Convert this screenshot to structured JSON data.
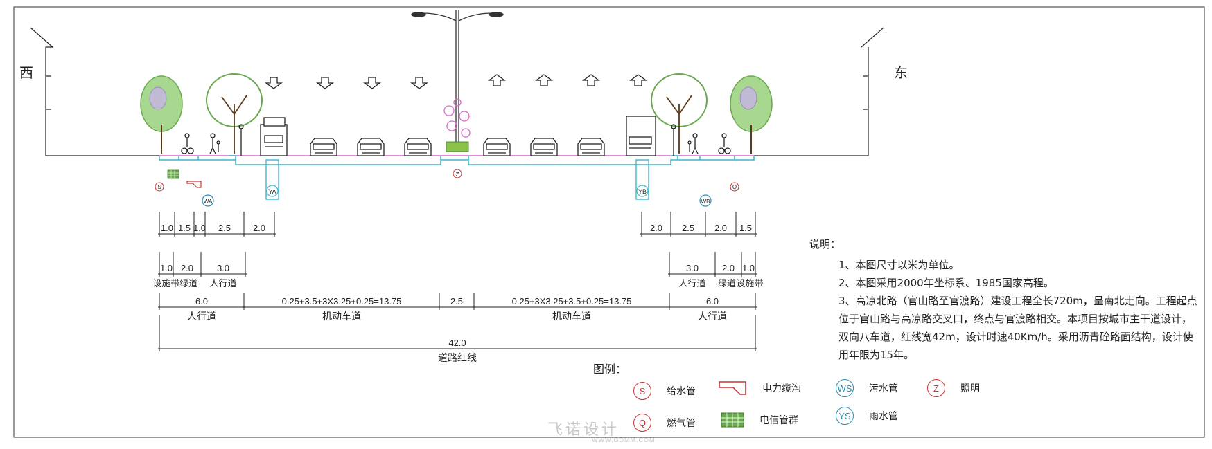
{
  "compass": {
    "west": "西",
    "east": "东"
  },
  "pipes": {
    "S": "S",
    "Q": "Q",
    "WA": "WA",
    "WB": "WB",
    "YA": "YA",
    "YB": "YB",
    "Z": "Z"
  },
  "dims_left_row1": [
    "1.0",
    "1.5",
    "1.0",
    "2.5",
    "2.0"
  ],
  "dims_right_row1": [
    "2.0",
    "2.5",
    "2.0",
    "1.5"
  ],
  "dims_left_row2": [
    "1.0",
    "2.0",
    "3.0"
  ],
  "dims_left_row2_labels": [
    "设施带",
    "绿道",
    "人行道"
  ],
  "dims_right_row2": [
    "3.0",
    "2.0",
    "1.0"
  ],
  "dims_right_row2_labels": [
    "人行道",
    "绿道",
    "设施带"
  ],
  "dims_row3": {
    "left_walk_val": "6.0",
    "left_walk_lbl": "人行道",
    "left_road_val": "0.25+3.5+3X3.25+0.25=13.75",
    "left_road_lbl": "机动车道",
    "median_val": "2.5",
    "right_road_val": "0.25+3X3.25+3.5+0.25=13.75",
    "right_road_lbl": "机动车道",
    "right_walk_val": "6.0",
    "right_walk_lbl": "人行道"
  },
  "total": {
    "value": "42.0",
    "label": "道路红线"
  },
  "notes": {
    "heading": "说明：",
    "line1": "1、本图尺寸以米为单位。",
    "line2": "2、本图采用2000年坐标系、1985国家高程。",
    "line3": "3、高凉北路（官山路至官渡路）建设工程全长720m，呈南北走向。工程起点位于官山路与高凉路交叉口，终点与官渡路相交。本项目按城市主干道设计，双向八车道，红线宽42m，设计时速40Km/h。采用沥青砼路面结构，设计使用年限为15年。"
  },
  "legend": {
    "title": "图例：",
    "items": [
      {
        "symbol": "S",
        "label": "给水管"
      },
      {
        "symbol": "cable",
        "label": "电力缆沟"
      },
      {
        "symbol": "WS",
        "label": "污水管"
      },
      {
        "symbol": "Z",
        "label": "照明"
      },
      {
        "symbol": "Q",
        "label": "燃气管"
      },
      {
        "symbol": "grid",
        "label": "电信管群"
      },
      {
        "symbol": "YS",
        "label": "雨水管"
      }
    ]
  },
  "watermark": {
    "main": "飞诺设计",
    "sub": "WWW.GDMM.COM"
  },
  "colors": {
    "line": "#222222",
    "cyan": "#3cb7c8",
    "tree": "#6aa84f",
    "red": "#cc3333",
    "magenta": "#d966c8"
  }
}
